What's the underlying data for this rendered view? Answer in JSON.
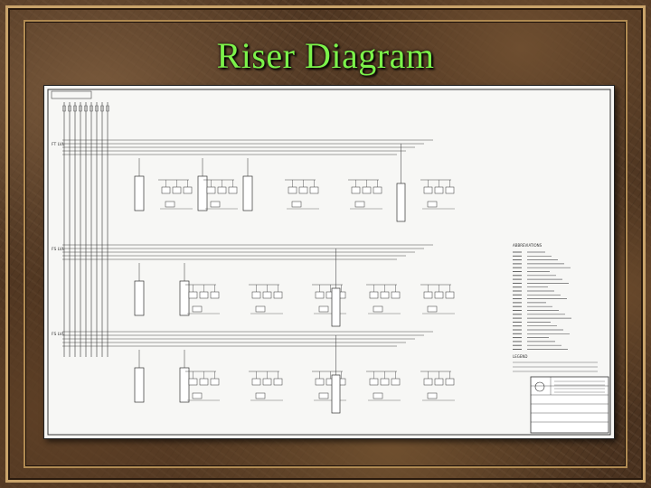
{
  "slide": {
    "title": "Riser Diagram"
  },
  "drawing": {
    "floor_labels": [
      "FT LVL",
      "FS LVL",
      "FS LVL"
    ],
    "legend_title": "ABBREVIATIONS",
    "notes_title": "LEGEND"
  },
  "colors": {
    "title": "#7cf24a",
    "background": "#4a321f",
    "frame": "#c9a36a"
  }
}
